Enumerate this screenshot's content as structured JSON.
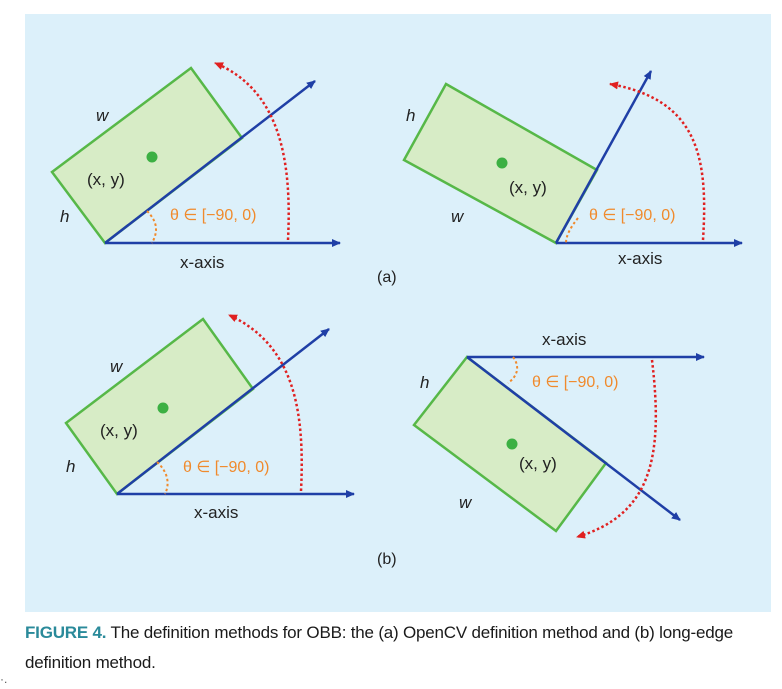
{
  "colors": {
    "background_panel": "#dcf0fa",
    "rect_fill": "#d7ecc6",
    "rect_stroke": "#57b848",
    "center_dot": "#3cb043",
    "axis_blue": "#1f3fa6",
    "rotation_red": "#e02020",
    "angle_orange": "#f08a2c",
    "caption_label": "#2a8a9a"
  },
  "diagrams": [
    {
      "id": "a-left",
      "w_label": "w",
      "h_label": "h",
      "center_label": "(x, y)",
      "theta_label": "θ ∈ [−90, 0)",
      "axis_label": "x-axis"
    },
    {
      "id": "a-right",
      "w_label": "w",
      "h_label": "h",
      "center_label": "(x, y)",
      "theta_label": "θ ∈ [−90, 0)",
      "axis_label": "x-axis"
    },
    {
      "id": "b-left",
      "w_label": "w",
      "h_label": "h",
      "center_label": "(x, y)",
      "theta_label": "θ ∈ [−90, 0)",
      "axis_label": "x-axis"
    },
    {
      "id": "b-right",
      "w_label": "w",
      "h_label": "h",
      "center_label": "(x, y)",
      "theta_label": "θ ∈ [−90, 0)",
      "axis_label": "x-axis"
    }
  ],
  "subfig_labels": {
    "a": "(a)",
    "b": "(b)"
  },
  "caption": {
    "label": "FIGURE 4.",
    "text": " The definition methods for OBB: the (a) OpenCV definition method and (b) long-edge definition method."
  },
  "stray_mark": "·."
}
